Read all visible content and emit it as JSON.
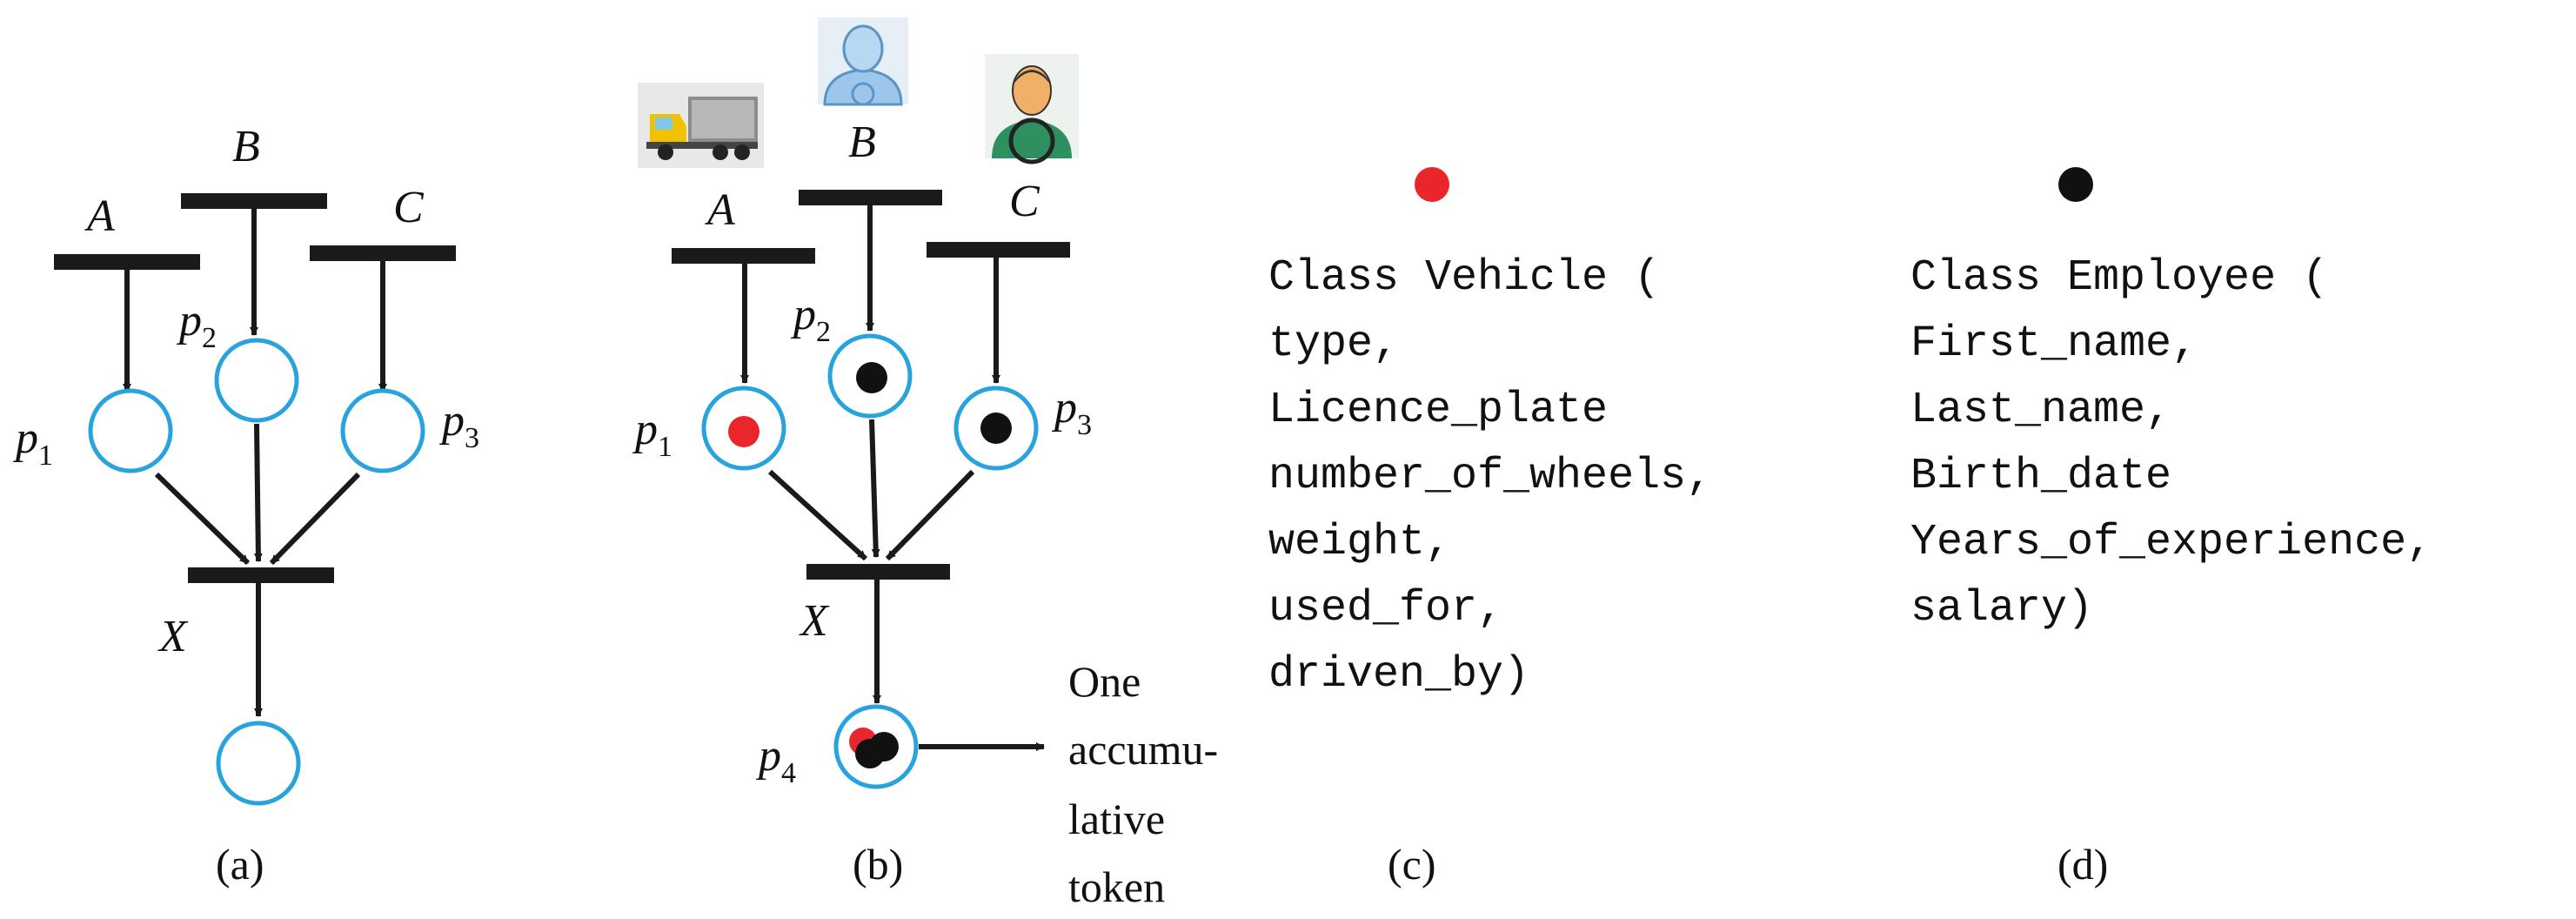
{
  "colors": {
    "place_stroke": "#29a3dd",
    "token_red": "#e8262b",
    "token_black": "#111111"
  },
  "panel_a": {
    "transitions": {
      "a": "A",
      "b": "B",
      "c": "C",
      "x": "X"
    },
    "places": {
      "p1": "p",
      "p1_sub": "1",
      "p2": "p",
      "p2_sub": "2",
      "p3": "p",
      "p3_sub": "3"
    },
    "caption": "(a)"
  },
  "panel_b": {
    "transitions": {
      "a": "A",
      "b": "B",
      "c": "C",
      "x": "X"
    },
    "places": {
      "p1": "p",
      "p1_sub": "1",
      "p2": "p",
      "p2_sub": "2",
      "p3": "p",
      "p3_sub": "3",
      "p4": "p",
      "p4_sub": "4"
    },
    "icons": [
      "truck-icon",
      "person-icon",
      "driver-icon"
    ],
    "annotation": [
      "One",
      "accumu-",
      "lative",
      "token"
    ],
    "caption": "(b)"
  },
  "panel_c": {
    "token_color": "red",
    "code_lines": [
      "Class Vehicle (",
      "type,",
      "Licence_plate",
      "number_of_wheels,",
      "weight,",
      "used_for,",
      "driven_by)"
    ],
    "caption": "(c)"
  },
  "panel_d": {
    "token_color": "black",
    "code_lines": [
      "Class Employee (",
      "First_name,",
      "Last_name,",
      "Birth_date",
      "Years_of_experience,",
      "salary)"
    ],
    "caption": "(d)"
  }
}
